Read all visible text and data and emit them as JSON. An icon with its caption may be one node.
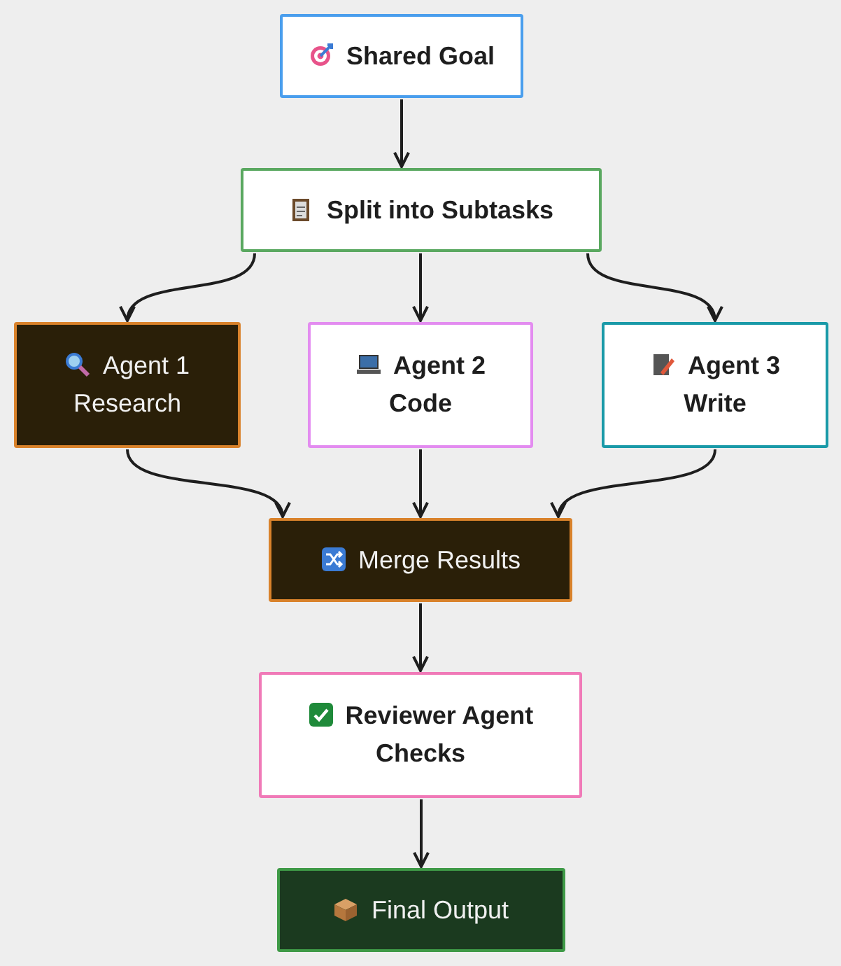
{
  "diagram": {
    "nodes": [
      {
        "text": [
          "Shared Goal"
        ]
      },
      {
        "text": [
          "Split into Subtasks"
        ]
      },
      {
        "text": [
          "Agent 1 Research"
        ]
      },
      {
        "text": [
          "Agent 2 Code"
        ]
      },
      {
        "text": [
          "Agent 3 Write"
        ]
      },
      {
        "text": [
          "Merge Results"
        ]
      },
      {
        "text": [
          "Reviewer Agent Checks"
        ]
      },
      {
        "text": [
          "Final Output"
        ]
      }
    ],
    "edges": [
      {
        "from": 0,
        "to": 1,
        "arrow": "to"
      },
      {
        "from": 1,
        "to": 2,
        "arrow": "to"
      },
      {
        "from": 1,
        "to": 3,
        "arrow": "to"
      },
      {
        "from": 1,
        "to": 4,
        "arrow": "to"
      },
      {
        "from": 2,
        "to": 5,
        "arrow": "to"
      },
      {
        "from": 3,
        "to": 5,
        "arrow": "to"
      },
      {
        "from": 4,
        "to": 5,
        "arrow": "to"
      },
      {
        "from": 5,
        "to": 6,
        "arrow": "to"
      },
      {
        "from": 6,
        "to": 7,
        "arrow": "to"
      }
    ]
  }
}
